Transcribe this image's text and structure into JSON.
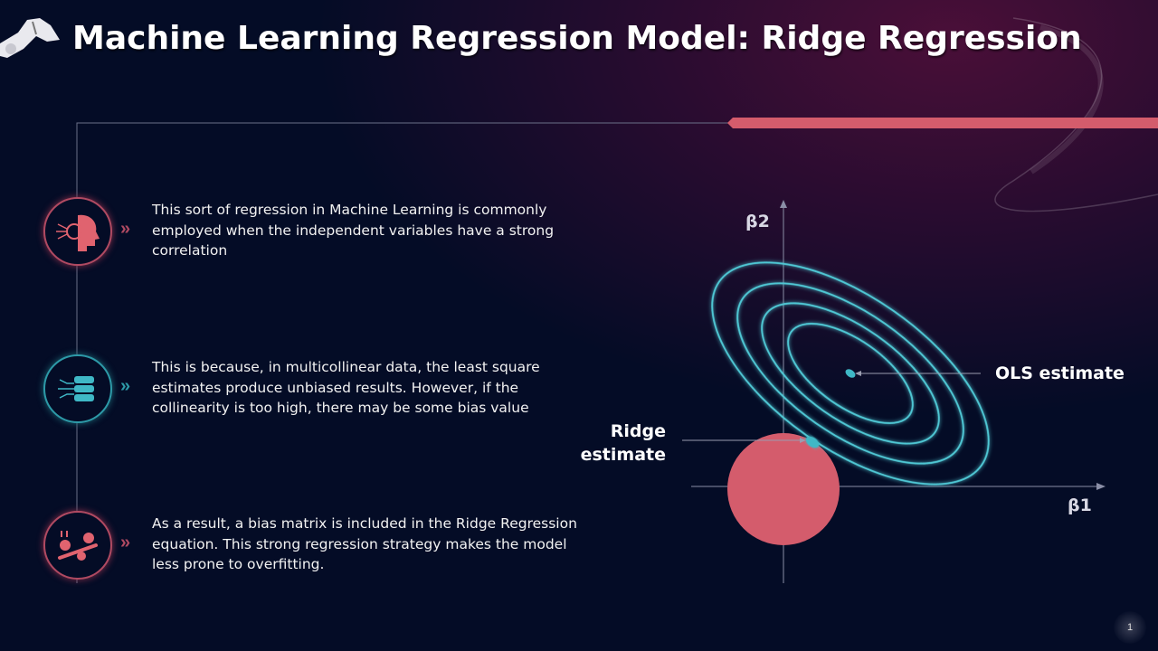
{
  "title": "Machine Learning Regression Model: Ridge Regression",
  "items": [
    {
      "icon": "brain-head-icon",
      "text": "This sort of regression in Machine Learning is commonly employed when the independent variables have a strong correlation"
    },
    {
      "icon": "database-icon",
      "text": "This is because, in multicollinear data, the least square estimates produce unbiased results. However, if the collinearity is too high, there may be some bias value"
    },
    {
      "icon": "balance-icon",
      "text": "As a result, a bias matrix is included in the Ridge Regression equation. This strong regression strategy makes the model less prone to overfitting."
    }
  ],
  "chevron": "»",
  "diagram": {
    "y_axis_label": "β2",
    "x_axis_label": "β1",
    "ols_label": "OLS estimate",
    "ridge_label_line1": "Ridge",
    "ridge_label_line2": "estimate"
  },
  "colors": {
    "accent_pink": "#d45c6c",
    "accent_teal": "#3fb8c6",
    "background": "#040c26"
  },
  "page_number": "1"
}
